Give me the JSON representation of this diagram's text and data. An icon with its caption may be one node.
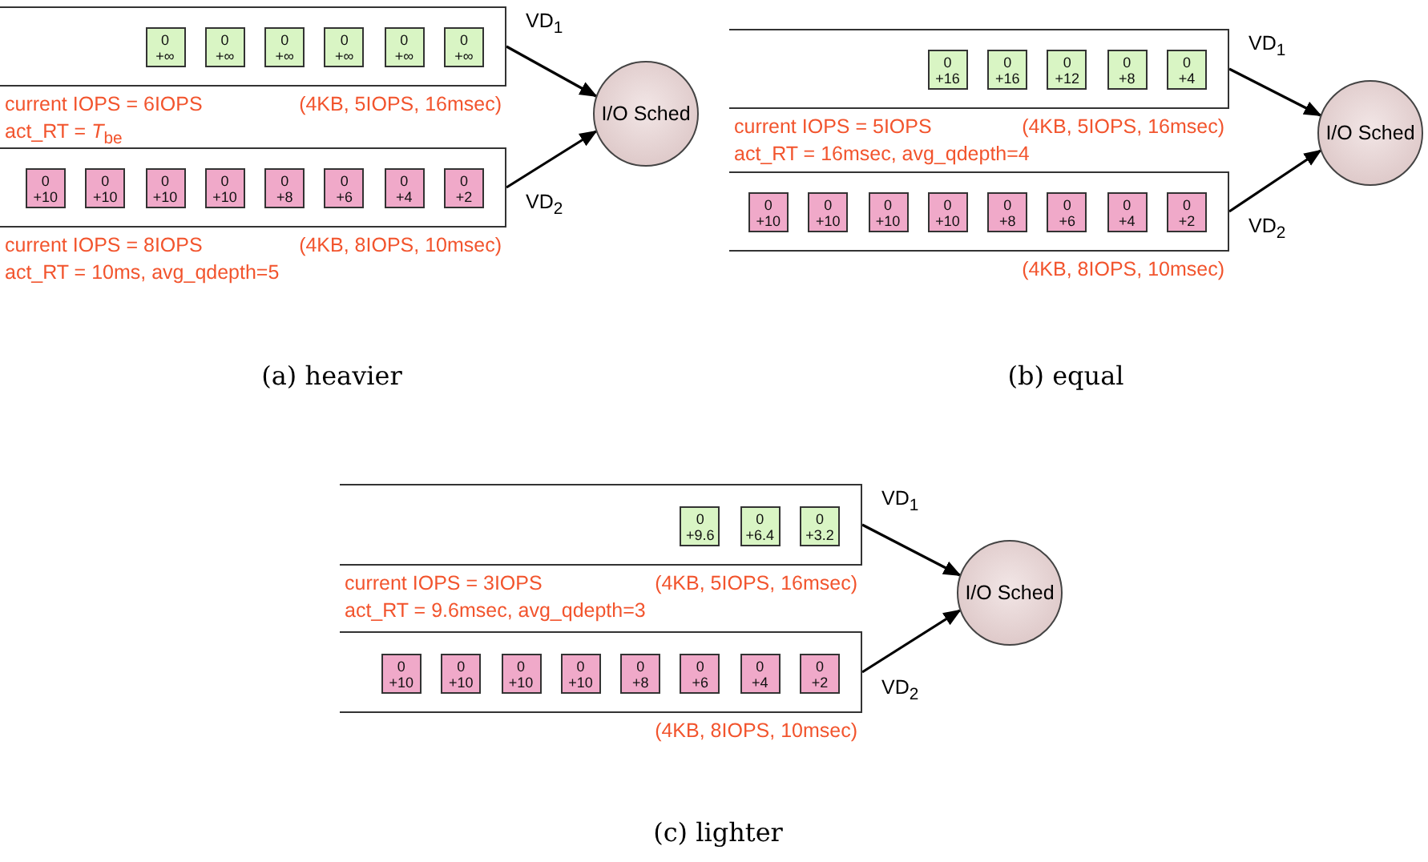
{
  "diagram": {
    "nodes": [
      {
        "text": [],
        "shape": "box",
        "beside": [
          "current IOPS = 6IOPS",
          "(4KB, 5IOPS, 16msec)",
          "act_RT = *T*$_{be}$"
        ]
      },
      {
        "text": [
          "0",
          "+∞"
        ],
        "in": 0
      },
      {
        "text": [
          "0",
          "+∞"
        ],
        "in": 0
      },
      {
        "text": [
          "0",
          "+∞"
        ],
        "in": 0
      },
      {
        "text": [
          "0",
          "+∞"
        ],
        "in": 0
      },
      {
        "text": [
          "0",
          "+∞"
        ],
        "in": 0
      },
      {
        "text": [
          "0",
          "+∞"
        ],
        "in": 0
      },
      {
        "text": [],
        "shape": "box",
        "beside": [
          "current IOPS = 8IOPS",
          "(4KB, 8IOPS, 10msec)",
          "act_RT = 10ms, avg_qdepth=5"
        ]
      },
      {
        "text": [
          "0",
          "+10"
        ],
        "in": 7
      },
      {
        "text": [
          "0",
          "+10"
        ],
        "in": 7
      },
      {
        "text": [
          "0",
          "+10"
        ],
        "in": 7
      },
      {
        "text": [
          "0",
          "+10"
        ],
        "in": 7
      },
      {
        "text": [
          "0",
          "+8"
        ],
        "in": 7
      },
      {
        "text": [
          "0",
          "+6"
        ],
        "in": 7
      },
      {
        "text": [
          "0",
          "+4"
        ],
        "in": 7
      },
      {
        "text": [
          "0",
          "+2"
        ],
        "in": 7
      },
      {
        "text": [
          "I/O Sched"
        ]
      },
      {
        "text": [],
        "shape": "box",
        "beside": [
          "current IOPS = 5IOPS",
          "(4KB, 5IOPS, 16msec)",
          "act_RT = 16msec, avg_qdepth=4"
        ]
      },
      {
        "text": [
          "0",
          "+16"
        ],
        "in": 17
      },
      {
        "text": [
          "0",
          "+16"
        ],
        "in": 17
      },
      {
        "text": [
          "0",
          "+12"
        ],
        "in": 17
      },
      {
        "text": [
          "0",
          "+8"
        ],
        "in": 17
      },
      {
        "text": [
          "0",
          "+4"
        ],
        "in": 17
      },
      {
        "text": [],
        "shape": "box",
        "beside": [
          "(4KB, 8IOPS, 10msec)"
        ]
      },
      {
        "text": [
          "0",
          "+10"
        ],
        "in": 23
      },
      {
        "text": [
          "0",
          "+10"
        ],
        "in": 23
      },
      {
        "text": [
          "0",
          "+10"
        ],
        "in": 23
      },
      {
        "text": [
          "0",
          "+10"
        ],
        "in": 23
      },
      {
        "text": [
          "0",
          "+8"
        ],
        "in": 23
      },
      {
        "text": [
          "0",
          "+6"
        ],
        "in": 23
      },
      {
        "text": [
          "0",
          "+4"
        ],
        "in": 23
      },
      {
        "text": [
          "0",
          "+2"
        ],
        "in": 23
      },
      {
        "text": [
          "I/O Sched"
        ]
      },
      {
        "text": [],
        "shape": "box",
        "beside": [
          "current IOPS = 3IOPS",
          "(4KB, 5IOPS, 16msec)",
          "act_RT = 9.6msec, avg_qdepth=3"
        ]
      },
      {
        "text": [
          "0",
          "+9.6"
        ],
        "in": 33
      },
      {
        "text": [
          "0",
          "+6.4"
        ],
        "in": 33
      },
      {
        "text": [
          "0",
          "+3.2"
        ],
        "in": 33
      },
      {
        "text": [],
        "shape": "box",
        "beside": [
          "(4KB, 8IOPS, 10msec)"
        ]
      },
      {
        "text": [
          "0",
          "+10"
        ],
        "in": 37
      },
      {
        "text": [
          "0",
          "+10"
        ],
        "in": 37
      },
      {
        "text": [
          "0",
          "+10"
        ],
        "in": 37
      },
      {
        "text": [
          "0",
          "+10"
        ],
        "in": 37
      },
      {
        "text": [
          "0",
          "+8"
        ],
        "in": 37
      },
      {
        "text": [
          "0",
          "+6"
        ],
        "in": 37
      },
      {
        "text": [
          "0",
          "+4"
        ],
        "in": 37
      },
      {
        "text": [
          "0",
          "+2"
        ],
        "in": 37
      },
      {
        "text": [
          "I/O Sched"
        ]
      }
    ],
    "edges": [
      {
        "from": 0,
        "to": 16,
        "arrow": "to",
        "label": "VD$_{1}$"
      },
      {
        "from": 7,
        "to": 16,
        "arrow": "to",
        "label": "VD$_{2}$"
      },
      {
        "from": 17,
        "to": 32,
        "arrow": "to",
        "label": "VD$_{1}$"
      },
      {
        "from": 23,
        "to": 32,
        "arrow": "to",
        "label": "VD$_{2}$"
      },
      {
        "from": 33,
        "to": 46,
        "arrow": "to",
        "label": "VD$_{1}$"
      },
      {
        "from": 37,
        "to": 46,
        "arrow": "to",
        "label": "VD$_{2}$"
      }
    ],
    "labels": [
      "(a) heavier",
      "(b) equal",
      "(c) lighter"
    ]
  }
}
